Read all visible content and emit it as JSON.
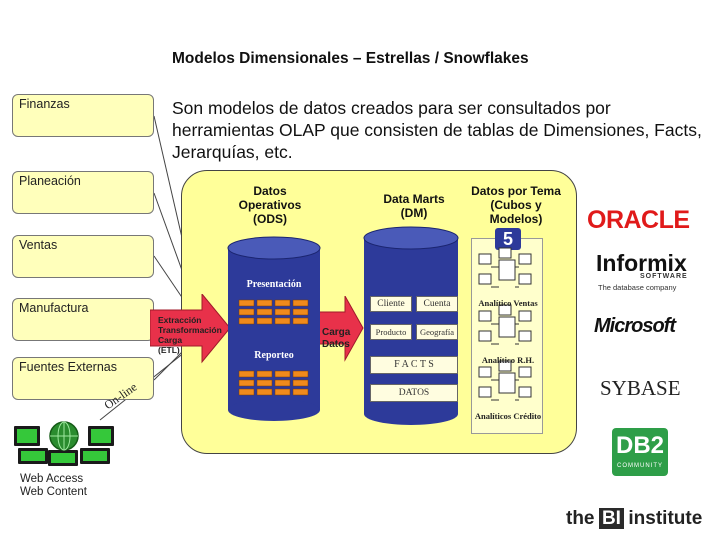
{
  "title": "Modelos Dimensionales – Estrellas / Snowflakes",
  "subtitle": "Son modelos de datos creados para ser consultados por herramientas OLAP que consisten de tablas de Dimensiones, Facts, Jerarquías, etc.",
  "sources": [
    "Finanzas",
    "Planeación",
    "Ventas",
    "Manufactura",
    "Fuentes Externas"
  ],
  "web_label": "Web Access\nWeb Content",
  "online_label": "On-line",
  "etl_label": "Extracción\nTransformación\nCarga\n(ETL)",
  "carga_label": "Carga\nDatos",
  "ods": {
    "label": "Datos\nOperativos\n(ODS)",
    "top_text": "Presentación",
    "bottom_text": "Reporteo"
  },
  "dm": {
    "label": "Data Marts\n(DM)",
    "cells": [
      "Cliente",
      "Cuenta",
      "Producto",
      "Geografía"
    ],
    "facts": "F A C T S",
    "datos": "DATOS"
  },
  "tema": {
    "label": "Datos por Tema\n(Cubos y\nModelos)",
    "number": "5",
    "items": [
      "Analítico Ventas",
      "Analítico R.H.",
      "Analíticos Crédito"
    ]
  },
  "logos": {
    "oracle": "ORACLE",
    "informix": "Informix",
    "informix_sub": "SOFTWARE",
    "informix_tag": "The database company",
    "microsoft": "Microsoft",
    "sybase": "SYBASE",
    "db2": "DB2",
    "db2_sub": "COMMUNITY",
    "bi_the": "the",
    "bi_bi": "BI",
    "bi_institute": "institute"
  },
  "colors": {
    "cylinder": "#2d3a9a",
    "band": "#ffff99",
    "arrow": "#e8314a",
    "grid": "#f08a1c",
    "db2": "#2e9e48"
  }
}
